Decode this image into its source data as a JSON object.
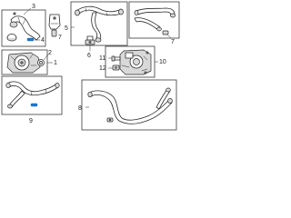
{
  "callouts": {
    "c1": "1",
    "c2": "2",
    "c3": "3",
    "c4": "4",
    "c5": "5",
    "c6": "6",
    "c7": "7",
    "c8": "8",
    "c9": "9",
    "c10": "10",
    "c11": "11",
    "c12": "12"
  },
  "colors": {
    "highlight": "#1c7bd4",
    "line": "#2a2a2a",
    "background": "#ffffff"
  }
}
